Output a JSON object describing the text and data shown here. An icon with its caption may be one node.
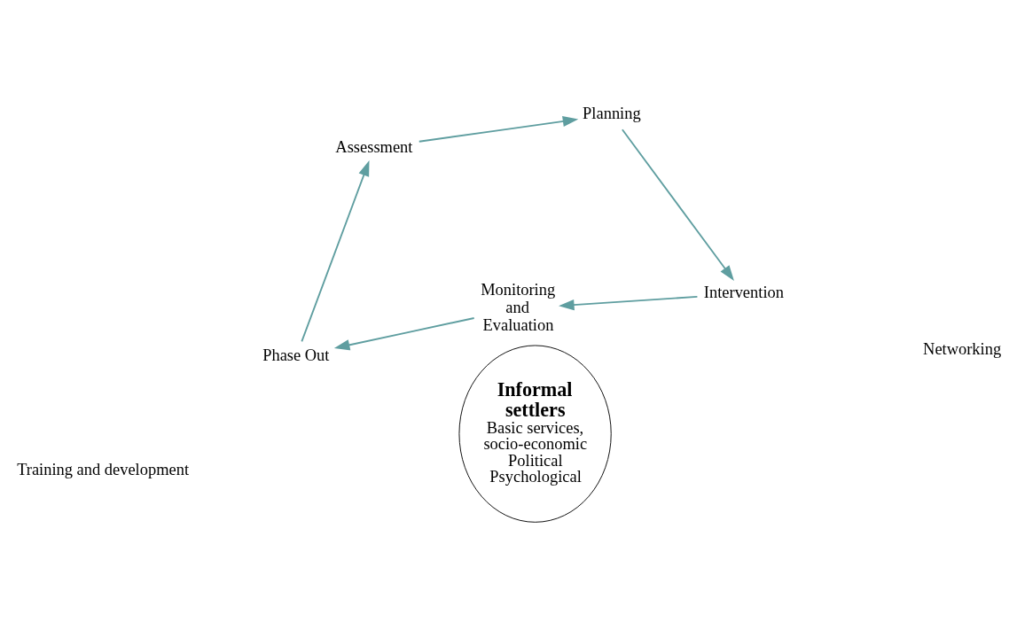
{
  "diagram": {
    "nodes": [
      {
        "text": [
          "Assessment"
        ]
      },
      {
        "text": [
          "Planning"
        ]
      },
      {
        "text": [
          "Intervention"
        ]
      },
      {
        "text": [
          "Monitoring and Evaluation"
        ]
      },
      {
        "text": [
          "Phase Out"
        ]
      },
      {
        "text": [
          "Informal settlers",
          "Basic services, socio-economic Political Psychological"
        ]
      }
    ],
    "edges": [
      {
        "from": 0,
        "to": 1,
        "arrow": "to"
      },
      {
        "from": 1,
        "to": 2,
        "arrow": "to"
      },
      {
        "from": 2,
        "to": 3,
        "arrow": "to"
      },
      {
        "from": 3,
        "to": 4,
        "arrow": "to"
      },
      {
        "from": 4,
        "to": 0,
        "arrow": "to"
      }
    ],
    "labels": [
      "Training and development",
      "Networking"
    ]
  }
}
